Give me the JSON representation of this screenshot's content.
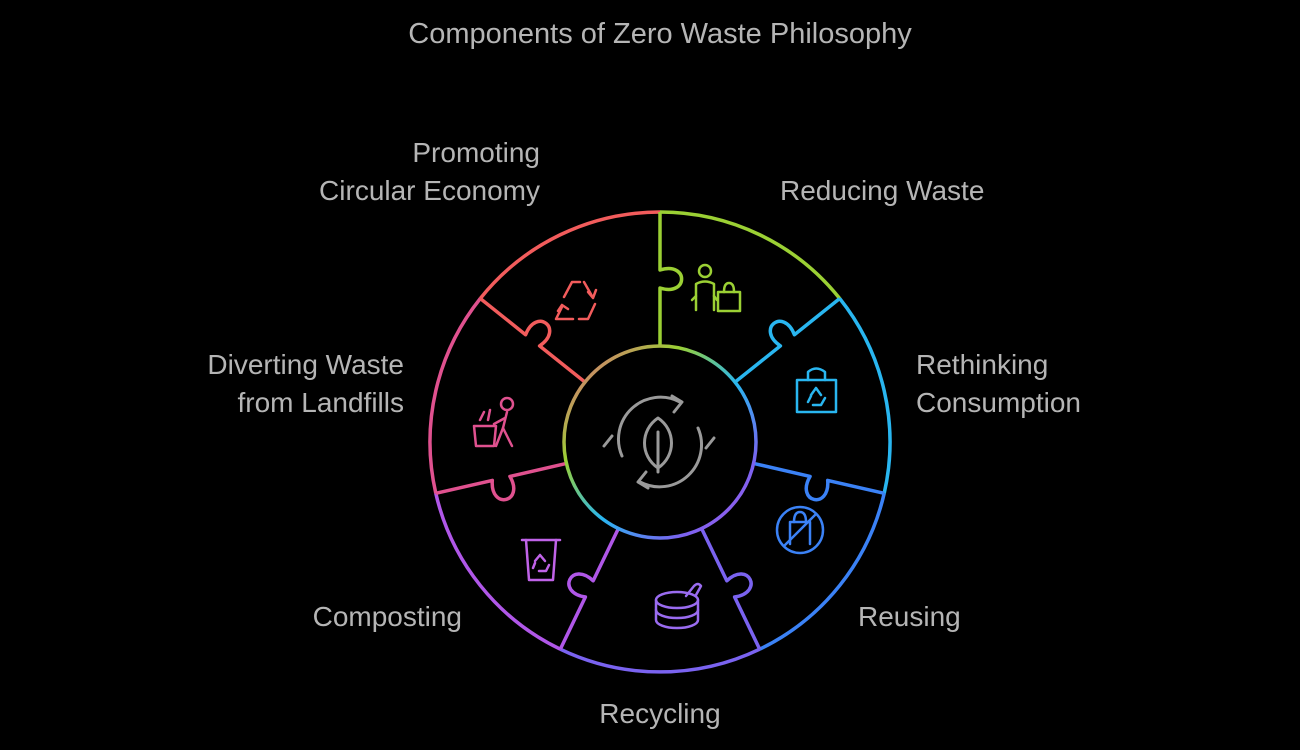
{
  "title": "Components of Zero Waste Philosophy",
  "center": {
    "icon": "leaf-cycle-icon",
    "color": "#9a9a9a"
  },
  "segments": [
    {
      "label": "Reducing Waste",
      "icon": "person-shopping-bag-icon",
      "color": "#9bd034"
    },
    {
      "label": "Rethinking\nConsumption",
      "icon": "recycling-bag-icon",
      "color": "#29b6f0"
    },
    {
      "label": "Reusing",
      "icon": "no-plastic-bag-icon",
      "color": "#3b82f6"
    },
    {
      "label": "Recycling",
      "icon": "tin-can-icon",
      "color": "#7a63f0"
    },
    {
      "label": "Composting",
      "icon": "compost-bin-icon",
      "color": "#b057e8"
    },
    {
      "label": "Diverting Waste\nfrom Landfills",
      "icon": "person-pushing-bin-icon",
      "color": "#e0518f"
    },
    {
      "label": "Promoting\nCircular Economy",
      "icon": "recycle-arrows-icon",
      "color": "#f25c5c"
    }
  ]
}
